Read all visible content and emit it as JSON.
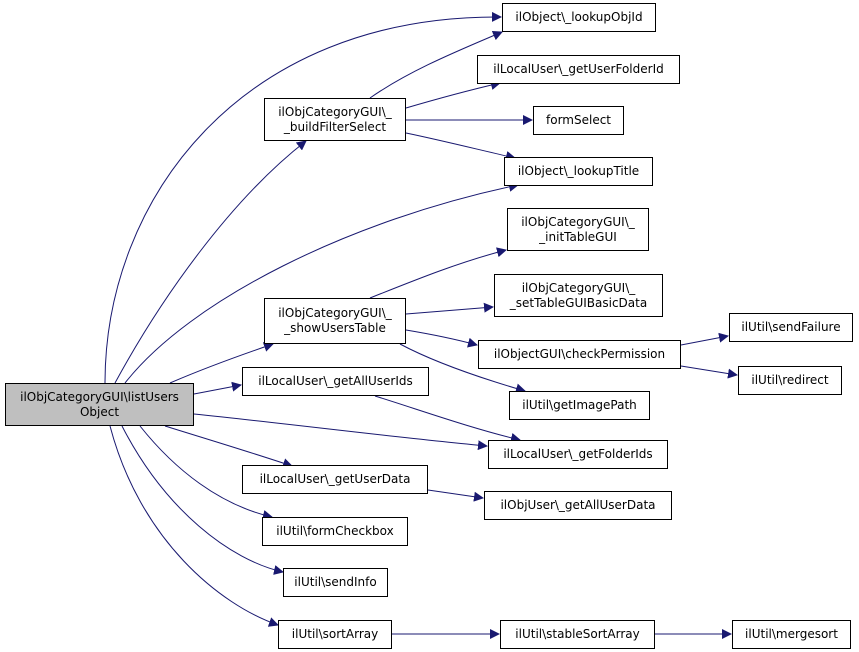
{
  "graph": {
    "edge_color": "#191970",
    "root_fill": "#bfbfbf",
    "nodes": {
      "listUsers": [
        "ilObjCategoryGUI\\listUsers",
        "Object"
      ],
      "buildFilterSelect": [
        "ilObjCategoryGUI\\_",
        "_buildFilterSelect"
      ],
      "showUsersTable": [
        "ilObjCategoryGUI\\_",
        "_showUsersTable"
      ],
      "lookupObjId": [
        "ilObject\\_lookupObjId"
      ],
      "getUserFolderId": [
        "ilLocalUser\\_getUserFolderId"
      ],
      "formSelect": [
        "formSelect"
      ],
      "lookupTitle": [
        "ilObject\\_lookupTitle"
      ],
      "initTableGUI": [
        "ilObjCategoryGUI\\_",
        "_initTableGUI"
      ],
      "setTableGUIBasicData": [
        "ilObjCategoryGUI\\_",
        "_setTableGUIBasicData"
      ],
      "checkPermission": [
        "ilObjectGUI\\checkPermission"
      ],
      "getImagePath": [
        "ilUtil\\getImagePath"
      ],
      "sendFailure": [
        "ilUtil\\sendFailure"
      ],
      "redirect": [
        "ilUtil\\redirect"
      ],
      "getAllUserIds": [
        "ilLocalUser\\_getAllUserIds"
      ],
      "getFolderIds": [
        "ilLocalUser\\_getFolderIds"
      ],
      "getUserData": [
        "ilLocalUser\\_getUserData"
      ],
      "getAllUserData": [
        "ilObjUser\\_getAllUserData"
      ],
      "formCheckbox": [
        "ilUtil\\formCheckbox"
      ],
      "sendInfo": [
        "ilUtil\\sendInfo"
      ],
      "sortArray": [
        "ilUtil\\sortArray"
      ],
      "stableSortArray": [
        "ilUtil\\stableSortArray"
      ],
      "mergesort": [
        "ilUtil\\mergesort"
      ]
    }
  }
}
